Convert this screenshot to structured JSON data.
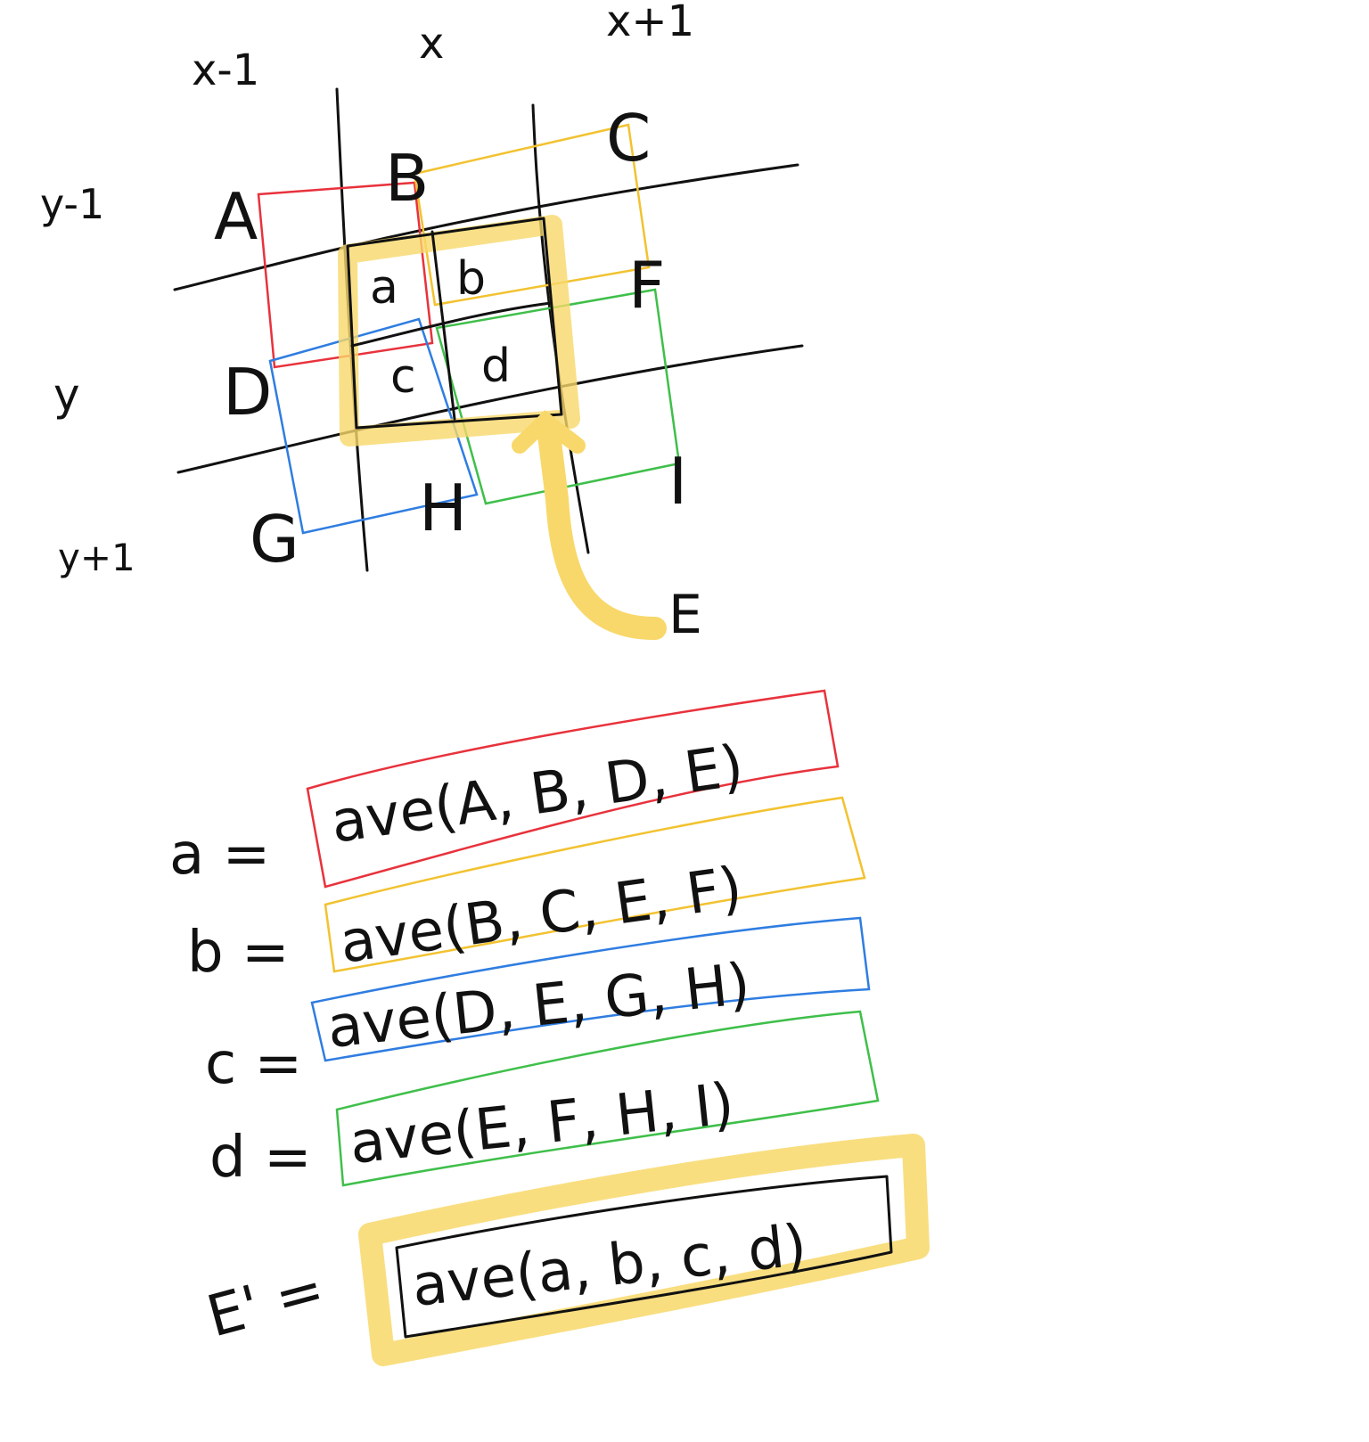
{
  "colors": {
    "ink": "#111111",
    "red": "#e8323c",
    "yellow": "#f2c230",
    "blue": "#2f7de1",
    "green": "#3fbf4a",
    "highlight": "#f8d86a"
  },
  "column_labels": [
    "x-1",
    "x",
    "x+1"
  ],
  "row_labels": [
    "y-1",
    "y",
    "y+1"
  ],
  "cells": {
    "A": "A",
    "B": "B",
    "C": "C",
    "D": "D",
    "F": "F",
    "G": "G",
    "H": "H",
    "I": "I"
  },
  "subcells": {
    "a": "a",
    "b": "b",
    "c": "c",
    "d": "d"
  },
  "arrow_target_label": "E",
  "equations": [
    {
      "lhs": "a =",
      "rhs": "ave(A, B, D, E)",
      "color_key": "red"
    },
    {
      "lhs": "b =",
      "rhs": "ave(B, C, E, F)",
      "color_key": "yellow"
    },
    {
      "lhs": "c =",
      "rhs": "ave(D, E, G, H)",
      "color_key": "blue"
    },
    {
      "lhs": "d =",
      "rhs": "ave(E, F, H, I)",
      "color_key": "green"
    },
    {
      "lhs": "E' =",
      "rhs": "ave(a, b, c, d)",
      "color_key": "highlight"
    }
  ]
}
